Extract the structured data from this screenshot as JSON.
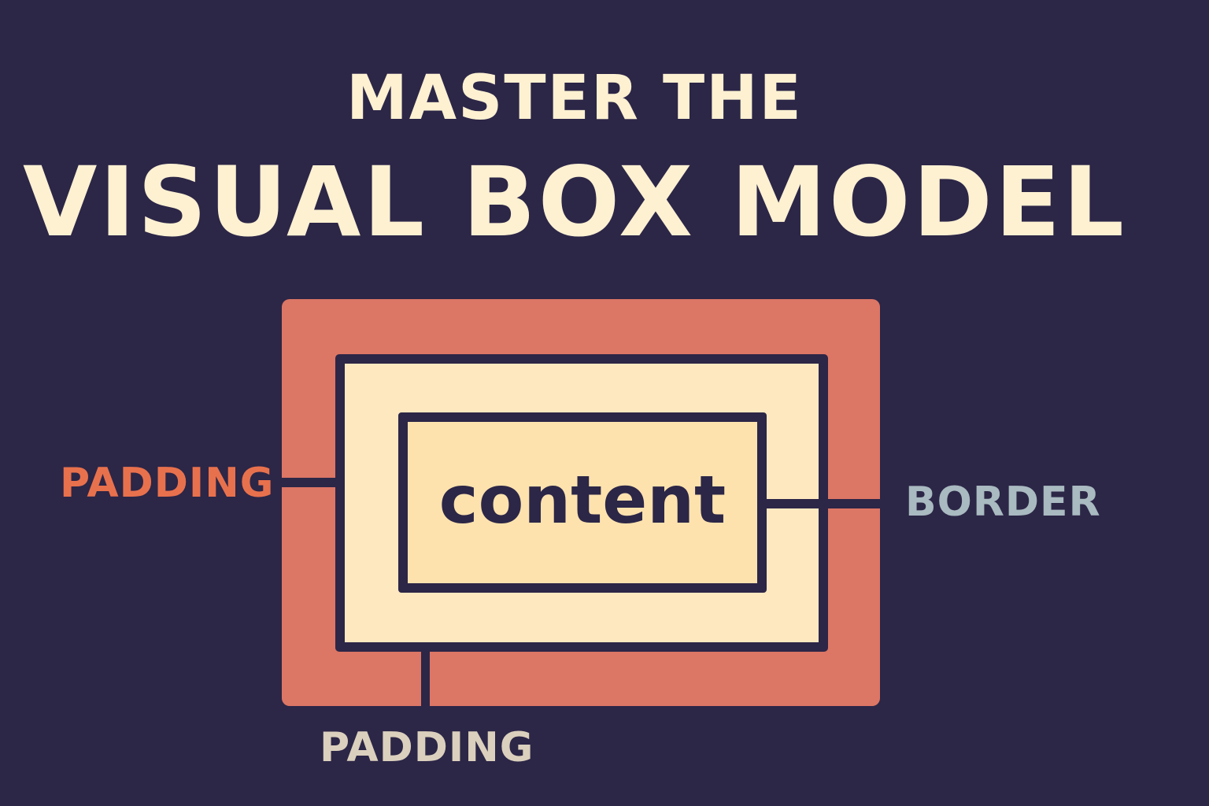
{
  "title": {
    "line1": "MASTER THE",
    "line2": "VISUAL BOX MODEL"
  },
  "diagram": {
    "content_label": "content",
    "left_label": "PADDING",
    "right_label": "BORDER",
    "bottom_label": "PADDING"
  },
  "colors": {
    "background": "#2c2647",
    "outer": "#dc7665",
    "padding_area": "#fee8c0",
    "content_area": "#fde2ae",
    "left_label": "#e8714d",
    "right_label": "#a9bac0",
    "bottom_label": "#dbd0bd",
    "title": "#fdf1d2"
  }
}
